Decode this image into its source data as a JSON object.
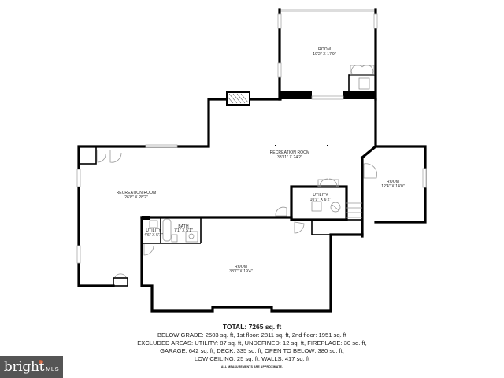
{
  "floorplan": {
    "rooms": [
      {
        "id": "room-top",
        "name": "ROOM",
        "dimensions": "19'2\" X 17'9\""
      },
      {
        "id": "recreation-room-center",
        "name": "RECREATION ROOM",
        "dimensions": "33'11\" X 24'2\""
      },
      {
        "id": "recreation-room-left",
        "name": "RECREATION ROOM",
        "dimensions": "26'8\" X 28'2\""
      },
      {
        "id": "room-right",
        "name": "ROOM",
        "dimensions": "12'4\" X 14'0\""
      },
      {
        "id": "utility-center",
        "name": "UTILITY",
        "dimensions": "10'9\" X 6'2\""
      },
      {
        "id": "utility-small",
        "name": "UTILITY",
        "dimensions": "4'6\" X 5'1\""
      },
      {
        "id": "bath",
        "name": "BATH",
        "dimensions": "7'1\" X 5'1\""
      },
      {
        "id": "room-bottom",
        "name": "ROOM",
        "dimensions": "38'7\" X 19'4\""
      }
    ]
  },
  "summary": {
    "total": "TOTAL: 7265 sq. ft",
    "line1": "BELOW GRADE: 2503 sq. ft, 1st floor: 2811 sq. ft, 2nd floor: 1951 sq. ft",
    "line2": "EXCLUDED AREAS: UTILITY: 87 sq. ft, UNDEFINED: 12 sq. ft, FIREPLACE: 30 sq. ft,",
    "line3": "GARAGE: 642 sq. ft, DECK: 335 sq. ft, OPEN TO BELOW: 380 sq. ft,",
    "line4": "LOW CEILING: 25 sq. ft, WALLS: 417 sq. ft",
    "disclaimer": "ALL MEASUREMENTS ARE APPROXIMATE."
  },
  "watermark": {
    "brand": "bright",
    "suffix": "MLS"
  }
}
